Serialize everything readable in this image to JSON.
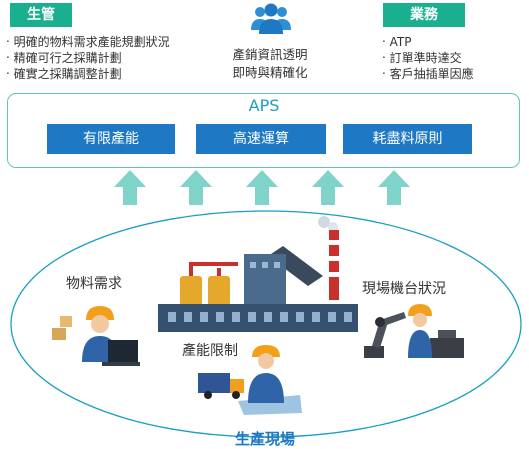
{
  "top": {
    "production": {
      "tag": "生管",
      "items": [
        "明確的物料需求產能規劃狀況",
        "精確可行之採購計劃",
        "確實之採購調整計劃"
      ]
    },
    "center": {
      "lines": [
        "產銷資訊透明",
        "即時與精確化"
      ]
    },
    "business": {
      "tag": "業務",
      "items": [
        "ATP",
        "訂單準時達交",
        "客戶抽插單因應"
      ]
    }
  },
  "aps": {
    "title": "APS",
    "buttons": [
      "有限產能",
      "高速運算",
      "耗盡料原則"
    ]
  },
  "field": {
    "labels": {
      "material": "物料需求",
      "capacity": "產能限制",
      "machines": "現場機台狀況"
    },
    "title": "生產現場"
  },
  "colors": {
    "green": "#1aaf8e",
    "blue": "#1e78c4",
    "arrow": "#7fd3c9",
    "ellipse": "#1a9fbf"
  },
  "icons": [
    "people-icon",
    "worker-laptop-icon",
    "factory-icon",
    "worker-truck-icon",
    "robot-arm-worker-icon"
  ]
}
